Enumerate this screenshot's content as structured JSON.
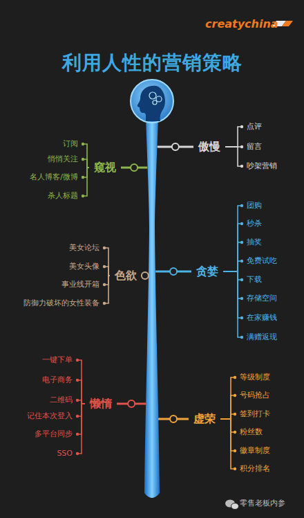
{
  "diagram": {
    "title": "利用人性的营销策略",
    "nodes": [
      {
        "text": [
          "傲慢"
        ]
      },
      {
        "text": [
          "点评"
        ]
      },
      {
        "text": [
          "留言"
        ]
      },
      {
        "text": [
          "吵架营销"
        ]
      },
      {
        "text": [
          "窥视"
        ]
      },
      {
        "text": [
          "订阅"
        ]
      },
      {
        "text": [
          "悄悄关注"
        ]
      },
      {
        "text": [
          "名人博客/微博"
        ]
      },
      {
        "text": [
          "杀人标题"
        ]
      },
      {
        "text": [
          "贪婪"
        ]
      },
      {
        "text": [
          "团购"
        ]
      },
      {
        "text": [
          "秒杀"
        ]
      },
      {
        "text": [
          "抽奖"
        ]
      },
      {
        "text": [
          "免费试吃"
        ]
      },
      {
        "text": [
          "下载"
        ]
      },
      {
        "text": [
          "存储空间"
        ]
      },
      {
        "text": [
          "在家赚钱"
        ]
      },
      {
        "text": [
          "满赠返现"
        ]
      },
      {
        "text": [
          "色欲"
        ]
      },
      {
        "text": [
          "美女论坛"
        ]
      },
      {
        "text": [
          "美女头像"
        ]
      },
      {
        "text": [
          "事业线开箱"
        ]
      },
      {
        "text": [
          "防御力破坏的女性装备"
        ]
      },
      {
        "text": [
          "懒惰"
        ]
      },
      {
        "text": [
          "一键下单"
        ]
      },
      {
        "text": [
          "电子商务"
        ]
      },
      {
        "text": [
          "二维码"
        ]
      },
      {
        "text": [
          "记住本次登入"
        ]
      },
      {
        "text": [
          "多平台同步"
        ]
      },
      {
        "text": [
          "SSO"
        ]
      },
      {
        "text": [
          "虚荣"
        ]
      },
      {
        "text": [
          "等级制度"
        ]
      },
      {
        "text": [
          "号码抢占"
        ]
      },
      {
        "text": [
          "签到打卡"
        ]
      },
      {
        "text": [
          "粉丝数"
        ]
      },
      {
        "text": [
          "徽章制度"
        ]
      },
      {
        "text": [
          "积分排名"
        ]
      }
    ],
    "edges": [
      {
        "from": 0,
        "to": 1,
        "arrow": "none"
      },
      {
        "from": 0,
        "to": 2,
        "arrow": "none"
      },
      {
        "from": 0,
        "to": 3,
        "arrow": "none"
      },
      {
        "from": 4,
        "to": 5,
        "arrow": "none"
      },
      {
        "from": 4,
        "to": 6,
        "arrow": "none"
      },
      {
        "from": 4,
        "to": 7,
        "arrow": "none"
      },
      {
        "from": 4,
        "to": 8,
        "arrow": "none"
      },
      {
        "from": 9,
        "to": 10,
        "arrow": "none"
      },
      {
        "from": 9,
        "to": 11,
        "arrow": "none"
      },
      {
        "from": 9,
        "to": 12,
        "arrow": "none"
      },
      {
        "from": 9,
        "to": 13,
        "arrow": "none"
      },
      {
        "from": 9,
        "to": 14,
        "arrow": "none"
      },
      {
        "from": 9,
        "to": 15,
        "arrow": "none"
      },
      {
        "from": 9,
        "to": 16,
        "arrow": "none"
      },
      {
        "from": 9,
        "to": 17,
        "arrow": "none"
      },
      {
        "from": 18,
        "to": 19,
        "arrow": "none"
      },
      {
        "from": 18,
        "to": 20,
        "arrow": "none"
      },
      {
        "from": 18,
        "to": 21,
        "arrow": "none"
      },
      {
        "from": 18,
        "to": 22,
        "arrow": "none"
      },
      {
        "from": 23,
        "to": 24,
        "arrow": "none"
      },
      {
        "from": 23,
        "to": 25,
        "arrow": "none"
      },
      {
        "from": 23,
        "to": 26,
        "arrow": "none"
      },
      {
        "from": 23,
        "to": 27,
        "arrow": "none"
      },
      {
        "from": 23,
        "to": 28,
        "arrow": "none"
      },
      {
        "from": 23,
        "to": 29,
        "arrow": "none"
      },
      {
        "from": 30,
        "to": 31,
        "arrow": "none"
      },
      {
        "from": 30,
        "to": 32,
        "arrow": "none"
      },
      {
        "from": 30,
        "to": 33,
        "arrow": "none"
      },
      {
        "from": 30,
        "to": 34,
        "arrow": "none"
      },
      {
        "from": 30,
        "to": 35,
        "arrow": "none"
      },
      {
        "from": 30,
        "to": 36,
        "arrow": "none"
      }
    ],
    "labels": [
      "creatychina",
      "零售老板内参"
    ]
  }
}
